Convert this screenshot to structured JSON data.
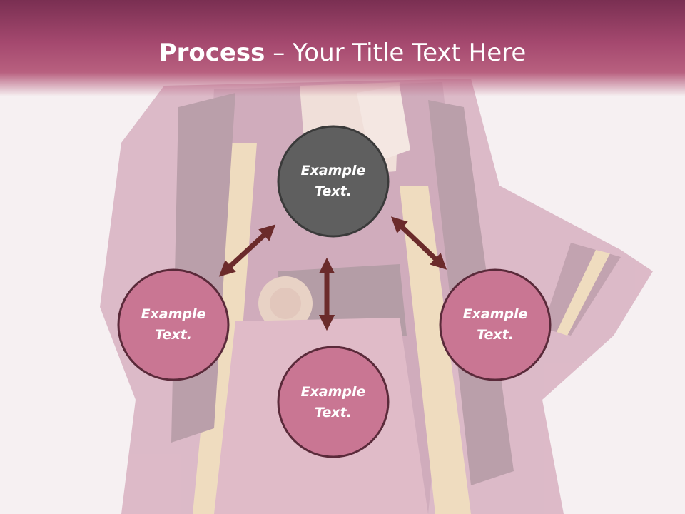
{
  "slide": {
    "title_strong": "Process",
    "title_dash": " – ",
    "title_rest": "Your Title Text Here"
  },
  "colors": {
    "title_band": "#a5496f",
    "center_node": "#5f5f5f",
    "outer_node": "#c97693",
    "node_border": "#5a2a3a",
    "arrow": "#6b2b2b"
  },
  "diagram": {
    "nodes": [
      {
        "id": "center",
        "label": "Example\nText.",
        "line1": "Example",
        "line2": "Text."
      },
      {
        "id": "left",
        "label": "Example\nText.",
        "line1": "Example",
        "line2": "Text."
      },
      {
        "id": "bottom",
        "label": "Example\nText.",
        "line1": "Example",
        "line2": "Text."
      },
      {
        "id": "right",
        "label": "Example\nText.",
        "line1": "Example",
        "line2": "Text."
      }
    ],
    "arrows": [
      {
        "from": "center",
        "to": "left",
        "style": "double-headed"
      },
      {
        "from": "center",
        "to": "bottom",
        "style": "double-headed"
      },
      {
        "from": "center",
        "to": "right",
        "style": "double-headed"
      }
    ]
  }
}
